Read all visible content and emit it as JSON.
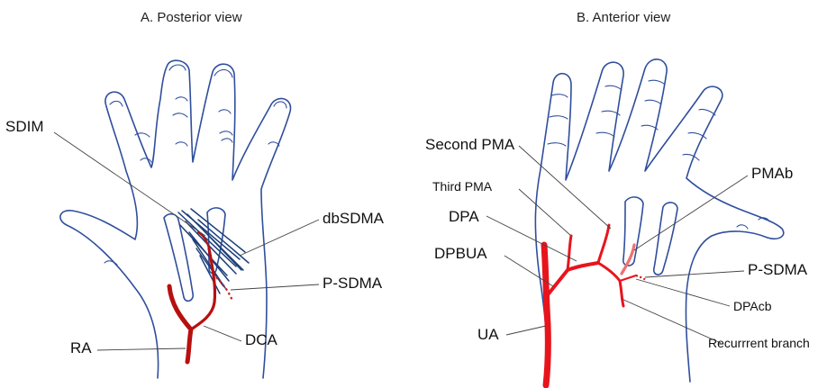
{
  "panel_a": {
    "title": "A. Posterior view",
    "labels": {
      "sdim": "SDIM",
      "dbsdma": "dbSDMA",
      "psdma": "P-SDMA",
      "ra": "RA",
      "dca": "DCA"
    }
  },
  "panel_b": {
    "title": "B. Anterior view",
    "labels": {
      "second_pma": "Second PMA",
      "third_pma": "Third PMA",
      "dpa": "DPA",
      "dpbua": "DPBUA",
      "ua": "UA",
      "pmab": "PMAb",
      "psdma": "P-SDMA",
      "dpacb": "DPAcb",
      "recurrent_branch": "Recurrrent branch"
    }
  },
  "colors": {
    "outline": "#2f4e9c",
    "artery_dark": "#b80f0f",
    "artery_bright": "#e8141c",
    "artery_light": "#f07070"
  }
}
